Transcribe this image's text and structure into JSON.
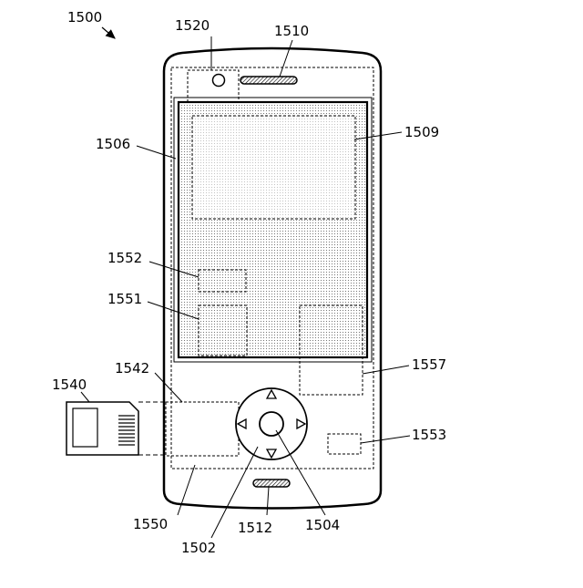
{
  "figure": {
    "figure_label": "1500",
    "reference_numerals": {
      "camera": "1520",
      "earpiece": "1510",
      "display_frame": "1506",
      "display_area": "1509",
      "region_1552": "1552",
      "region_1551": "1551",
      "region_1557": "1557",
      "region_1542": "1542",
      "memory_card": "1540",
      "region_1553": "1553",
      "housing_inner": "1550",
      "navigation_pad": "1502",
      "microphone": "1512",
      "center_button": "1504"
    }
  }
}
